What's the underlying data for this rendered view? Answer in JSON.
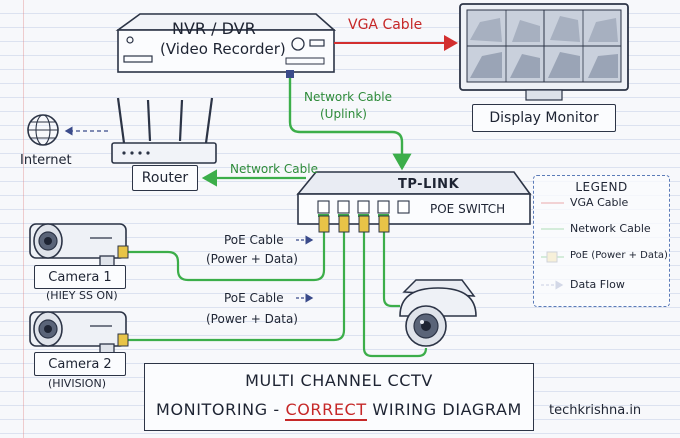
{
  "devices": {
    "nvr_title": "NVR / DVR",
    "nvr_subtitle": "(Video Recorder)",
    "monitor": "Display Monitor",
    "router": "Router",
    "internet": "Internet",
    "switch_brand": "TP-LINK",
    "switch_label": "POE SWITCH",
    "camera1": "Camera 1",
    "camera1_brand": "(HIEY SS ON)",
    "camera2": "Camera 2",
    "camera2_brand": "(HIVISION)"
  },
  "connections": {
    "vga": "VGA Cable",
    "uplink_line1": "Network Cable",
    "uplink_line2": "(Uplink)",
    "router_link": "Network Cable",
    "poe1_line1": "PoE Cable",
    "poe1_line2": "(Power + Data)",
    "poe2_line1": "PoE Cable",
    "poe2_line2": "(Power + Data)"
  },
  "legend": {
    "title": "LEGEND",
    "vga": "VGA Cable",
    "network": "Network Cable",
    "poe": "PoE (Power + Data)",
    "flow": "Data Flow"
  },
  "title": {
    "line1": "MULTI CHANNEL CCTV",
    "line2_prefix": "MONITORING - ",
    "line2_highlight": "CORRECT",
    "line2_suffix": " WIRING DIAGRAM"
  },
  "site": "techkrishna.in",
  "colors": {
    "vga": "#d32f2f",
    "network": "#3cae4a",
    "poe_connector": "#e8c447",
    "ink": "#2c3446",
    "flow": "#3a4a8a"
  }
}
